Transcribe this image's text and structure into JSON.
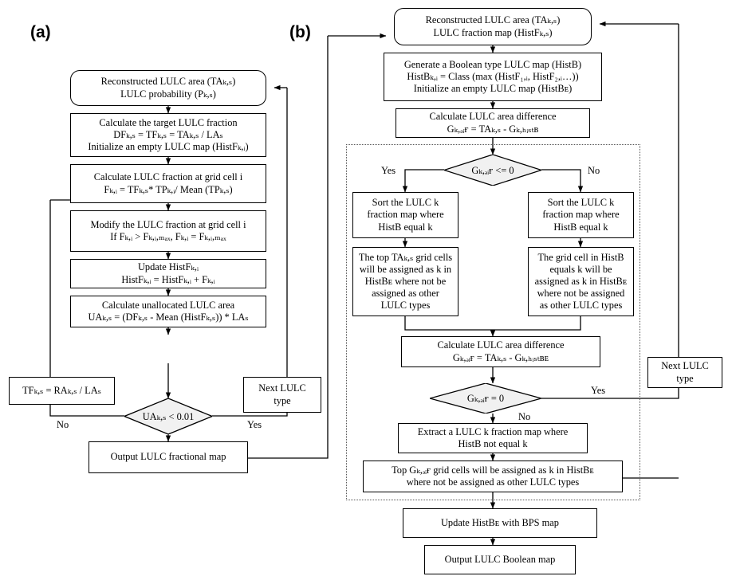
{
  "figure": {
    "panels": [
      {
        "id": "a",
        "label": "(a)"
      },
      {
        "id": "b",
        "label": "(b)"
      }
    ],
    "colors": {
      "stroke": "#000000",
      "decision_fill": "#f1f1f1",
      "group_border": "#555555",
      "background": "#ffffff"
    }
  },
  "panel_a": {
    "nodes": {
      "start": {
        "shape": "rounded-rectangle",
        "line1": "Reconstructed LULC area (TAₖ,ₛ)",
        "line2": "LULC probability (Pₖ,ₛ)"
      },
      "target_fraction": {
        "shape": "rectangle",
        "line1": "Calculate the target LULC fraction",
        "line2": "DFₖ,ₛ = TFₖ,ₛ = TAₖ,ₛ / LAₛ",
        "line3": "Initialize an empty LULC map (HistFₖ,ᵢ)"
      },
      "calc_fraction": {
        "shape": "rectangle",
        "line1": "Calculate LULC fraction at grid cell i",
        "line2": "Fₖ,ᵢ = TFₖ,ₛ* TPₖ,ᵢ/ Mean (TPₖ,ₛ)"
      },
      "modify_fraction": {
        "shape": "rectangle",
        "line1": "Modify the LULC fraction at grid cell i",
        "line2": "If Fₖ,ᵢ > Fₖ,ᵢ,ₘₐₓ, Fₖ,ᵢ = Fₖ,ᵢ,ₘₐₓ"
      },
      "update_histf": {
        "shape": "rectangle",
        "line1": "Update HistFₖ,ᵢ",
        "line2": "HistFₖ,ᵢ = HistFₖ,ᵢ + Fₖ,ᵢ"
      },
      "unallocated": {
        "shape": "rectangle",
        "line1": "Calculate unallocated LULC area",
        "line2": "UAₖ,ₛ = (DFₖ,ₛ - Mean (HistFₖ,ₛ)) * LAₛ"
      },
      "tf_update": {
        "shape": "rectangle",
        "line1": "TFₖ,ₛ = RAₖ,ₛ / LAₛ"
      },
      "next_type": {
        "shape": "rectangle",
        "line1": "Next LULC",
        "line2": "type"
      },
      "decision": {
        "shape": "diamond",
        "line1": "UAₖ,ₛ < 0.01"
      },
      "output": {
        "shape": "rectangle",
        "line1": "Output LULC fractional map"
      }
    },
    "edge_labels": {
      "no": "No",
      "yes": "Yes"
    }
  },
  "panel_b": {
    "nodes": {
      "start": {
        "shape": "rounded-rectangle",
        "line1": "Reconstructed LULC area (TAₖ,ₛ)",
        "line2": "LULC fraction map (HistFₖ,ₛ)"
      },
      "generate_boolean": {
        "shape": "rectangle",
        "line1": "Generate a Boolean type LULC map (HistB)",
        "line2": "HistBₖ,ᵢ = Class (max (HistF₁,ᵢ, HistF₂,ᵢ…))",
        "line3": "Initialize an empty LULC map (HistBᴇ)"
      },
      "area_diff_1": {
        "shape": "rectangle",
        "line1": "Calculate LULC area difference",
        "line2": "Gₖ,ₔᵢғ = TAₖ,ₛ - Gₖ,ₕᵢₛₜʙ"
      },
      "decision_1": {
        "shape": "diamond",
        "line1": "Gₖ,ₔᵢғ <= 0"
      },
      "sort_yes": {
        "shape": "rectangle",
        "line1": "Sort the LULC k",
        "line2": "fraction map where",
        "line3": "HistB equal k"
      },
      "sort_no": {
        "shape": "rectangle",
        "line1": "Sort the LULC k",
        "line2": "fraction map where",
        "line3": "HistB equal k"
      },
      "assign_yes": {
        "shape": "rectangle",
        "line1": "The top TAₖ,ₛ grid cells",
        "line2": "will be assigned as k in",
        "line3": "HistBᴇ where not be",
        "line4": "assigned as other",
        "line5": "LULC types"
      },
      "assign_no": {
        "shape": "rectangle",
        "line1": "The grid cell in HistB",
        "line2": "equals k will be",
        "line3": "assigned as k in HistBᴇ",
        "line4": "where not be assigned",
        "line5": "as other LULC types"
      },
      "area_diff_2": {
        "shape": "rectangle",
        "line1": "Calculate LULC area difference",
        "line2": "Gₖ,ₔᵢғ = TAₖ,ₛ - Gₖ,ₕᵢₛₜʙᴇ"
      },
      "decision_2": {
        "shape": "diamond",
        "line1": "Gₖ,ₔᵢғ = 0"
      },
      "extract": {
        "shape": "rectangle",
        "line1": "Extract a LULC k fraction map where",
        "line2": "HistB not equal k"
      },
      "top_assign": {
        "shape": "rectangle",
        "line1": "Top Gₖ,ₔᵢғ grid cells will be assigned as k in HistBᴇ",
        "line2": "where not be assigned as other LULC types"
      },
      "next_type": {
        "shape": "rectangle",
        "line1": "Next LULC",
        "line2": "type"
      },
      "update_bps": {
        "shape": "rectangle",
        "line1": "Update HistBᴇ with BPS map"
      },
      "output": {
        "shape": "rectangle",
        "line1": "Output LULC Boolean map"
      }
    },
    "edge_labels": {
      "yes_1": "Yes",
      "no_1": "No",
      "yes_2": "Yes",
      "no_2": "No"
    }
  }
}
